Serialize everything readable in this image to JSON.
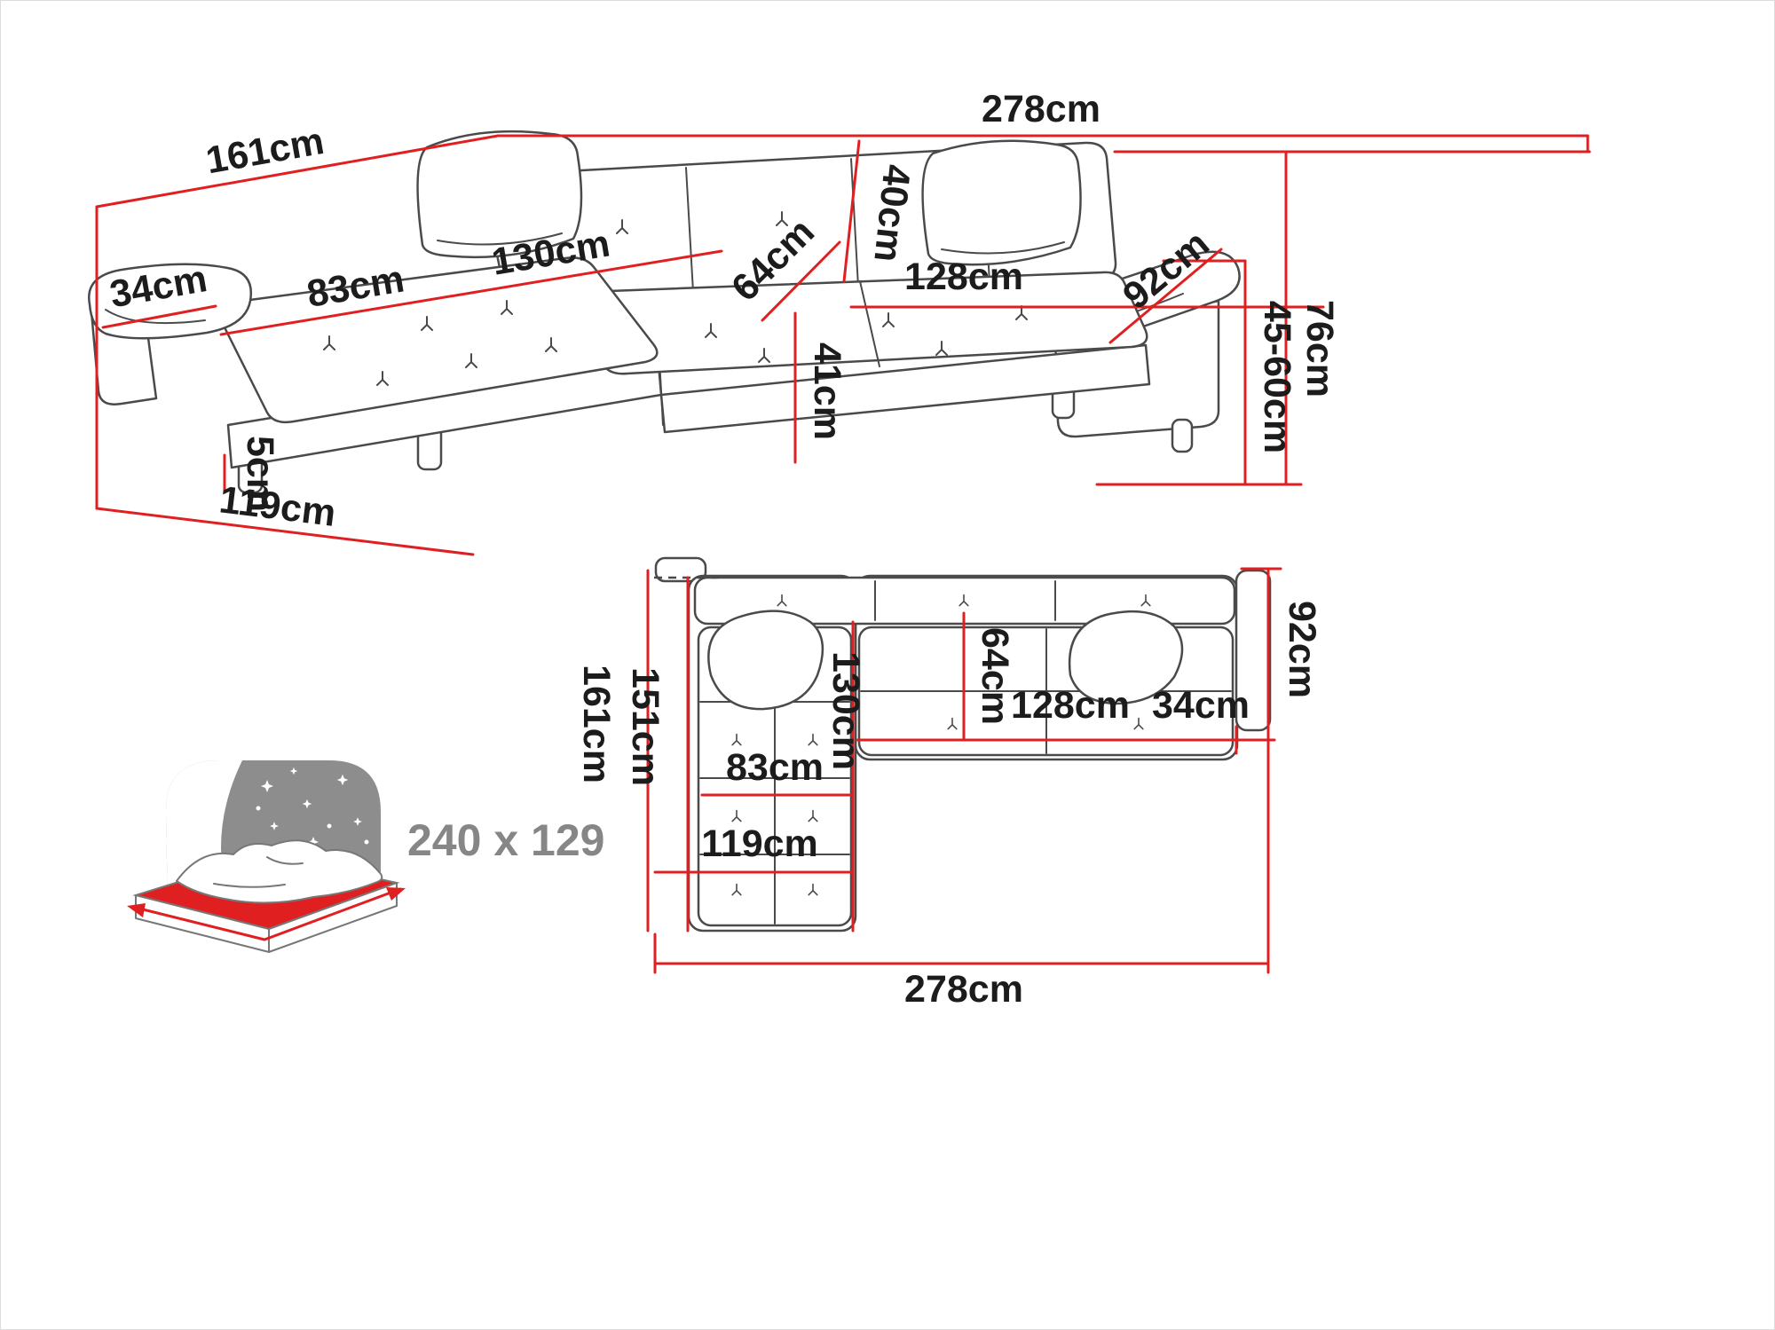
{
  "perspective_view": {
    "width_total": "278cm",
    "depth_total": "161cm",
    "armrest_width": "34cm",
    "chaise_cushion_width": "83cm",
    "chaise_length": "130cm",
    "backrest_cushion_height": "40cm",
    "corner_seat_depth": "64cm",
    "seat_width": "128cm",
    "armrest_depth": "92cm",
    "total_height": "76cm",
    "headrest_height_range": "45-60cm",
    "seat_height": "41cm",
    "leg_height": "5cm",
    "chaise_outer_width": "119cm"
  },
  "top_view": {
    "depth_total": "161cm",
    "depth_inner": "151cm",
    "chaise_length": "130cm",
    "corner_seat_depth": "64cm",
    "seat_width": "128cm",
    "armrest_width": "34cm",
    "chaise_cushion_width": "83cm",
    "chaise_outer_width": "119cm",
    "width_total": "278cm",
    "right_section_depth": "92cm"
  },
  "sleeping_function": {
    "bed_size_label": "240 x 129"
  },
  "colors": {
    "dimension_red": "#e02020",
    "outline_gray": "#4a4a4a",
    "label_black": "#1c1c1c",
    "bed_gray": "#8d8d8d"
  }
}
